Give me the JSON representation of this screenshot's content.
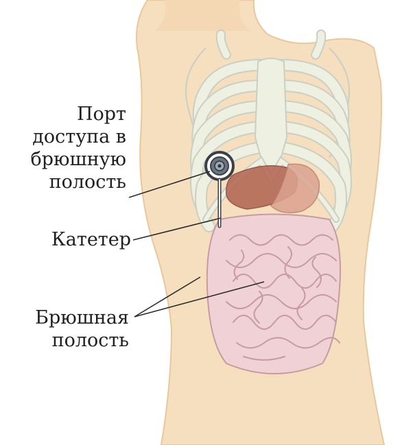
{
  "labels": {
    "port": {
      "lines": [
        "Порт",
        "доступа в",
        "брюшную",
        "полость"
      ]
    },
    "catheter": {
      "lines": [
        "Катетер"
      ]
    },
    "cavity": {
      "lines": [
        "Брюшная",
        "полость"
      ]
    }
  },
  "colors": {
    "skin": "#f6dfbf",
    "skin_outline": "#e8c79d",
    "rib": "#eef1e2",
    "rib_outline": "#c9cfc3",
    "liver": "#b46a57",
    "stomach": "#dca391",
    "intestine": "#f0d2d6",
    "intestine_outline": "#c79aa1",
    "leader": "#2b2b2b",
    "port_ring": "#3b3f47",
    "port_center": "#9aa8b5"
  }
}
